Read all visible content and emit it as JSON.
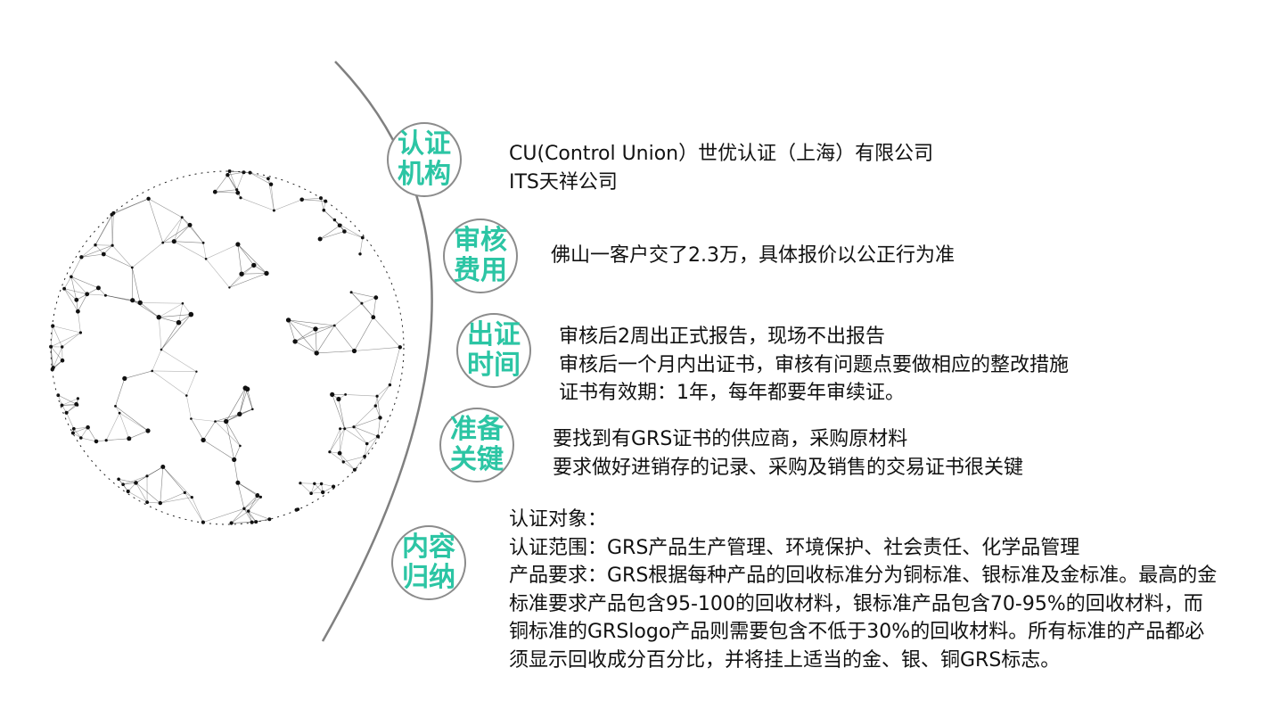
{
  "accent_color": "#2cc5a4",
  "decoration": {
    "sphere": "network-sphere-graphic"
  },
  "sections": [
    {
      "title": "认证\n机构",
      "lines": [
        "CU(Control Union）世优认证（上海）有限公司",
        "ITS天祥公司"
      ]
    },
    {
      "title": "审核\n费用",
      "lines": [
        "佛山一客户交了2.3万，具体报价以公正行为准"
      ]
    },
    {
      "title": "出证\n时间",
      "lines": [
        "审核后2周出正式报告，现场不出报告",
        "审核后一个月内出证书，审核有问题点要做相应的整改措施",
        " 证书有效期：1年，每年都要年审续证。"
      ]
    },
    {
      "title": "准备\n关键",
      "lines": [
        "要找到有GRS证书的供应商，采购原材料",
        "要求做好进销存的记录、采购及销售的交易证书很关键"
      ]
    },
    {
      "title": "内容\n归纳",
      "lines": [
        "认证对象：",
        "认证范围：GRS产品生产管理、环境保护、社会责任、化学品管理",
        "产品要求：GRS根据每种产品的回收标准分为铜标准、银标准及金标准。最高的金标准要求产品包含95-100的回收材料，银标准产品包含70-95%的回收材料，而铜标准的GRSlogo产品则需要包含不低于30%的回收材料。所有标准的产品都必须显示回收成分百分比，并将挂上适当的金、银、铜GRS标志。"
      ]
    }
  ]
}
